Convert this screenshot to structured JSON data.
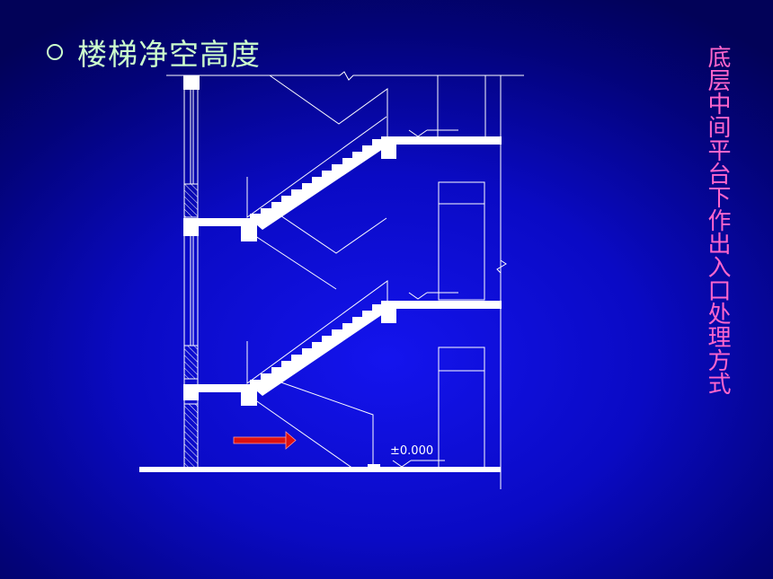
{
  "title": "楼梯净空高度",
  "side_caption": "底层中间平台下作出入口处理方式",
  "diagram": {
    "elevation_label": "±0.000"
  },
  "colors": {
    "title": "#ccffcc",
    "caption": "#ff66cc",
    "arrow": "#dd1111",
    "lines": "#ffffff"
  },
  "icons": {
    "bullet": "hollow-circle-icon",
    "entrance": "right-arrow-icon"
  }
}
